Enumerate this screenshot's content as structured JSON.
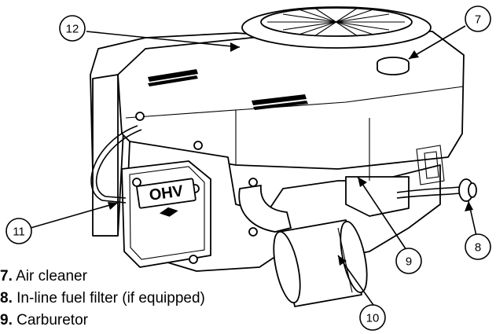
{
  "figure": {
    "callouts": [
      {
        "id": "7",
        "label": "7"
      },
      {
        "id": "8",
        "label": "8"
      },
      {
        "id": "9",
        "label": "9"
      },
      {
        "id": "10",
        "label": "10"
      },
      {
        "id": "11",
        "label": "11"
      },
      {
        "id": "12",
        "label": "12"
      }
    ],
    "logo_text": "OHV"
  },
  "legend": [
    {
      "number": "7.",
      "text": "Air cleaner"
    },
    {
      "number": "8.",
      "text": "In-line fuel filter (if equipped)"
    },
    {
      "number": "9.",
      "text": "Carburetor"
    }
  ]
}
